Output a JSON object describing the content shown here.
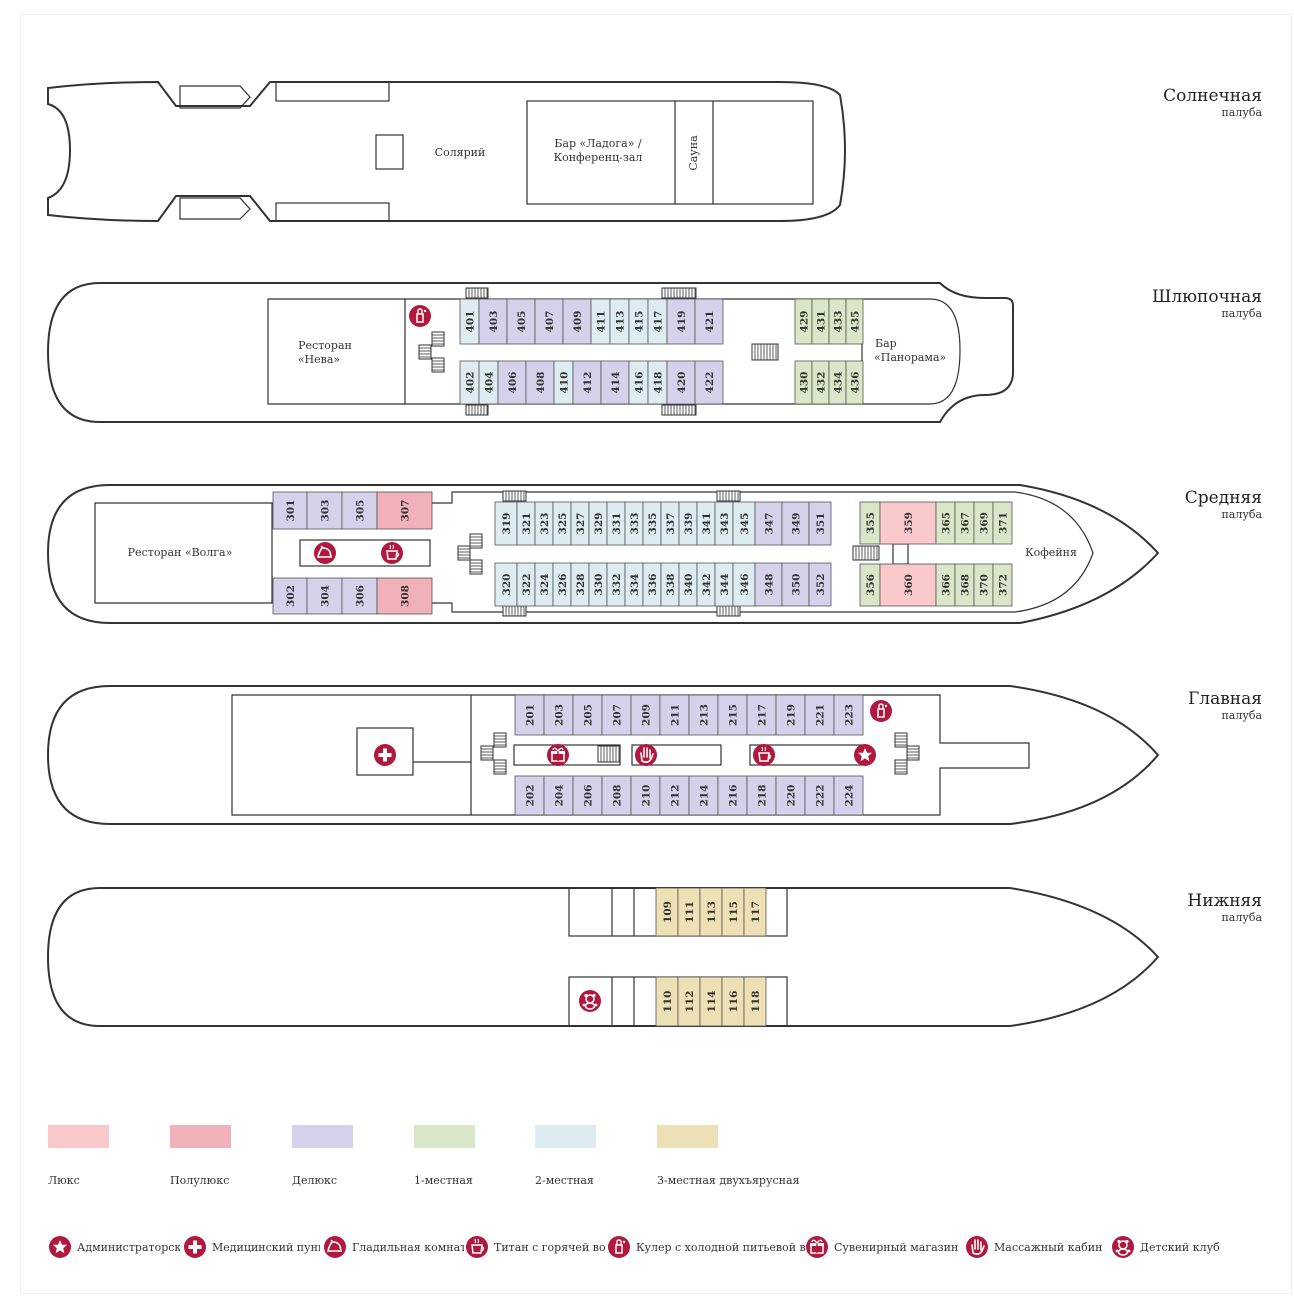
{
  "colors": {
    "lux": "#f9c8cb",
    "semilux": "#f0b1b9",
    "delux": "#d5d1ea",
    "single": "#d9e6c7",
    "double": "#dcecf0",
    "triple": "#ede0b4",
    "icon": "#b0183d",
    "outline": "#333333"
  },
  "decks": [
    {
      "name": "Солнечная",
      "sub": "палуба"
    },
    {
      "name": "Шлюпочная",
      "sub": "палуба"
    },
    {
      "name": "Средняя",
      "sub": "палуба"
    },
    {
      "name": "Главная",
      "sub": "палуба"
    },
    {
      "name": "Нижняя",
      "sub": "палуба"
    }
  ],
  "rooms": {
    "solarium": "Солярий",
    "bar_ladoga": [
      "Бар «Ладога» /",
      "Конференц-зал"
    ],
    "sauna": "Сауна",
    "rest_neva": [
      "Ресторан",
      "«Нева»"
    ],
    "bar_panorama": [
      "Бар",
      "«Панорама»"
    ],
    "rest_volga": "Ресторан «Волга»",
    "cafe": "Кофейня"
  },
  "cabins": {
    "d4_top": [
      {
        "n": "401",
        "t": "double"
      },
      {
        "n": "403",
        "t": "delux"
      },
      {
        "n": "405",
        "t": "delux"
      },
      {
        "n": "407",
        "t": "delux"
      },
      {
        "n": "409",
        "t": "delux"
      },
      {
        "n": "411",
        "t": "double"
      },
      {
        "n": "413",
        "t": "double"
      },
      {
        "n": "415",
        "t": "double"
      },
      {
        "n": "417",
        "t": "double"
      },
      {
        "n": "419",
        "t": "delux"
      },
      {
        "n": "421",
        "t": "delux"
      }
    ],
    "d4_bot": [
      {
        "n": "402",
        "t": "double"
      },
      {
        "n": "404",
        "t": "double"
      },
      {
        "n": "406",
        "t": "delux"
      },
      {
        "n": "408",
        "t": "delux"
      },
      {
        "n": "410",
        "t": "double"
      },
      {
        "n": "412",
        "t": "delux"
      },
      {
        "n": "414",
        "t": "delux"
      },
      {
        "n": "416",
        "t": "double"
      },
      {
        "n": "418",
        "t": "double"
      },
      {
        "n": "420",
        "t": "delux"
      },
      {
        "n": "422",
        "t": "delux"
      }
    ],
    "d4_aft_top": [
      {
        "n": "429",
        "t": "single"
      },
      {
        "n": "431",
        "t": "single"
      },
      {
        "n": "433",
        "t": "single"
      },
      {
        "n": "435",
        "t": "single"
      }
    ],
    "d4_aft_bot": [
      {
        "n": "430",
        "t": "single"
      },
      {
        "n": "432",
        "t": "single"
      },
      {
        "n": "434",
        "t": "single"
      },
      {
        "n": "436",
        "t": "single"
      }
    ],
    "d3_fwd_top": [
      {
        "n": "301",
        "t": "delux"
      },
      {
        "n": "303",
        "t": "delux"
      },
      {
        "n": "305",
        "t": "delux"
      },
      {
        "n": "307",
        "t": "semilux"
      }
    ],
    "d3_fwd_bot": [
      {
        "n": "302",
        "t": "delux"
      },
      {
        "n": "304",
        "t": "delux"
      },
      {
        "n": "306",
        "t": "delux"
      },
      {
        "n": "308",
        "t": "semilux"
      }
    ],
    "d3_mid_top": [
      {
        "n": "319",
        "t": "double"
      },
      {
        "n": "321",
        "t": "double"
      },
      {
        "n": "323",
        "t": "double"
      },
      {
        "n": "325",
        "t": "double"
      },
      {
        "n": "327",
        "t": "double"
      },
      {
        "n": "329",
        "t": "double"
      },
      {
        "n": "331",
        "t": "double"
      },
      {
        "n": "333",
        "t": "double"
      },
      {
        "n": "335",
        "t": "double"
      },
      {
        "n": "337",
        "t": "double"
      },
      {
        "n": "339",
        "t": "double"
      },
      {
        "n": "341",
        "t": "double"
      },
      {
        "n": "343",
        "t": "double"
      },
      {
        "n": "345",
        "t": "double"
      },
      {
        "n": "347",
        "t": "delux"
      },
      {
        "n": "349",
        "t": "delux"
      },
      {
        "n": "351",
        "t": "delux"
      }
    ],
    "d3_mid_bot": [
      {
        "n": "320",
        "t": "double"
      },
      {
        "n": "322",
        "t": "double"
      },
      {
        "n": "324",
        "t": "double"
      },
      {
        "n": "326",
        "t": "double"
      },
      {
        "n": "328",
        "t": "double"
      },
      {
        "n": "330",
        "t": "double"
      },
      {
        "n": "332",
        "t": "double"
      },
      {
        "n": "334",
        "t": "double"
      },
      {
        "n": "336",
        "t": "double"
      },
      {
        "n": "338",
        "t": "double"
      },
      {
        "n": "340",
        "t": "double"
      },
      {
        "n": "342",
        "t": "double"
      },
      {
        "n": "344",
        "t": "double"
      },
      {
        "n": "346",
        "t": "double"
      },
      {
        "n": "348",
        "t": "delux"
      },
      {
        "n": "350",
        "t": "delux"
      },
      {
        "n": "352",
        "t": "delux"
      }
    ],
    "d3_aft_top": [
      {
        "n": "355",
        "t": "single"
      },
      {
        "n": "359",
        "t": "lux"
      },
      {
        "n": "365",
        "t": "single"
      },
      {
        "n": "367",
        "t": "single"
      },
      {
        "n": "369",
        "t": "single"
      },
      {
        "n": "371",
        "t": "single"
      }
    ],
    "d3_aft_bot": [
      {
        "n": "356",
        "t": "single"
      },
      {
        "n": "360",
        "t": "lux"
      },
      {
        "n": "366",
        "t": "single"
      },
      {
        "n": "368",
        "t": "single"
      },
      {
        "n": "370",
        "t": "single"
      },
      {
        "n": "372",
        "t": "single"
      }
    ],
    "d2_top": [
      {
        "n": "201",
        "t": "delux"
      },
      {
        "n": "203",
        "t": "delux"
      },
      {
        "n": "205",
        "t": "delux"
      },
      {
        "n": "207",
        "t": "delux"
      },
      {
        "n": "209",
        "t": "delux"
      },
      {
        "n": "211",
        "t": "delux"
      },
      {
        "n": "213",
        "t": "delux"
      },
      {
        "n": "215",
        "t": "delux"
      },
      {
        "n": "217",
        "t": "delux"
      },
      {
        "n": "219",
        "t": "delux"
      },
      {
        "n": "221",
        "t": "delux"
      },
      {
        "n": "223",
        "t": "delux"
      }
    ],
    "d2_bot": [
      {
        "n": "202",
        "t": "delux"
      },
      {
        "n": "204",
        "t": "delux"
      },
      {
        "n": "206",
        "t": "delux"
      },
      {
        "n": "208",
        "t": "delux"
      },
      {
        "n": "210",
        "t": "delux"
      },
      {
        "n": "212",
        "t": "delux"
      },
      {
        "n": "214",
        "t": "delux"
      },
      {
        "n": "216",
        "t": "delux"
      },
      {
        "n": "218",
        "t": "delux"
      },
      {
        "n": "220",
        "t": "delux"
      },
      {
        "n": "222",
        "t": "delux"
      },
      {
        "n": "224",
        "t": "delux"
      }
    ],
    "d1_top": [
      {
        "n": "109",
        "t": "triple"
      },
      {
        "n": "111",
        "t": "triple"
      },
      {
        "n": "113",
        "t": "triple"
      },
      {
        "n": "115",
        "t": "triple"
      },
      {
        "n": "117",
        "t": "triple"
      }
    ],
    "d1_bot": [
      {
        "n": "110",
        "t": "triple"
      },
      {
        "n": "112",
        "t": "triple"
      },
      {
        "n": "114",
        "t": "triple"
      },
      {
        "n": "116",
        "t": "triple"
      },
      {
        "n": "118",
        "t": "triple"
      }
    ]
  },
  "legend": {
    "cabin_types": [
      {
        "key": "lux",
        "label": "Люкс"
      },
      {
        "key": "semilux",
        "label": "Полулюкс"
      },
      {
        "key": "delux",
        "label": "Делюкс"
      },
      {
        "key": "single",
        "label": "1-местная"
      },
      {
        "key": "double",
        "label": "2-местная"
      },
      {
        "key": "triple",
        "label": "3-местная двухъярусная"
      }
    ],
    "icons": [
      {
        "icon": "star",
        "label": "Администраторская"
      },
      {
        "icon": "cross",
        "label": "Медицинский пункт"
      },
      {
        "icon": "iron",
        "label": "Гладильная комната"
      },
      {
        "icon": "kettle",
        "label": "Титан с горячей водой"
      },
      {
        "icon": "cooler",
        "label": "Кулер с холодной питьевой водой"
      },
      {
        "icon": "gift",
        "label": "Сувенирный магазин"
      },
      {
        "icon": "hand",
        "label": "Массажный кабинет"
      },
      {
        "icon": "bear",
        "label": "Детский клуб"
      }
    ]
  }
}
